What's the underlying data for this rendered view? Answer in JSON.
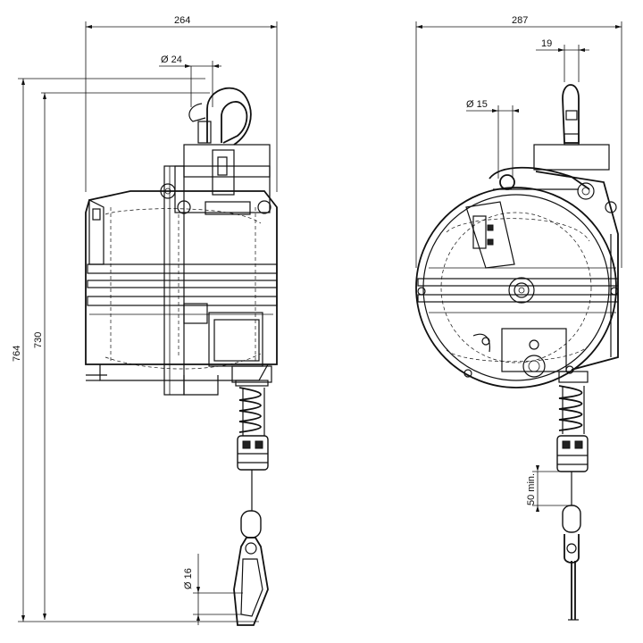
{
  "dimensions": {
    "left_width": "264",
    "hook_diameter": "Ø 24",
    "overall_height": "764",
    "body_height": "730",
    "eye_diameter": "Ø 16",
    "right_width": "287",
    "top_width": "19",
    "cable_diameter": "Ø 15",
    "min_travel": "50 min."
  }
}
